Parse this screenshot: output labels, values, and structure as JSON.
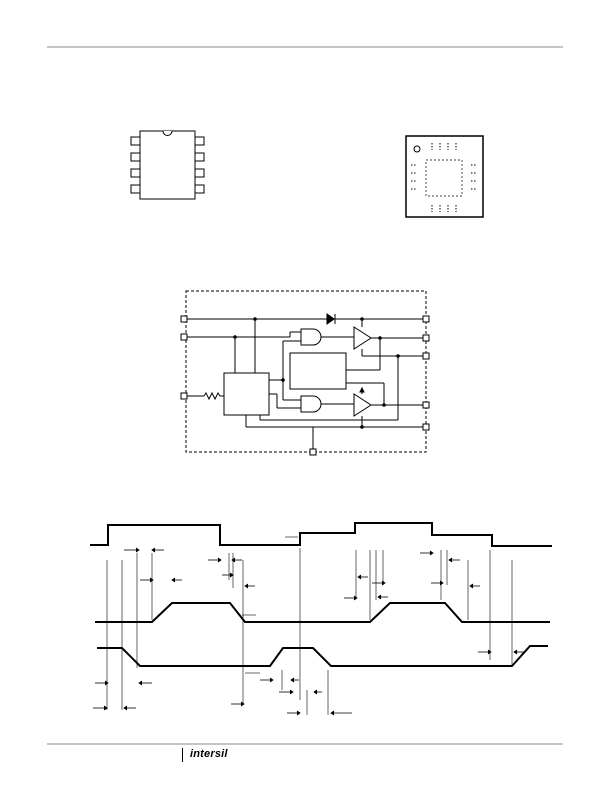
{
  "document": {
    "figures": [
      {
        "name": "dip8-package-outline"
      },
      {
        "name": "qfn16-package-outline"
      },
      {
        "name": "functional-block-diagram"
      },
      {
        "name": "timing-diagram"
      }
    ]
  },
  "footer": {
    "logo_text": "intersil"
  },
  "colors": {
    "ink": "#000000",
    "rule": "#888888",
    "background": "#ffffff"
  }
}
